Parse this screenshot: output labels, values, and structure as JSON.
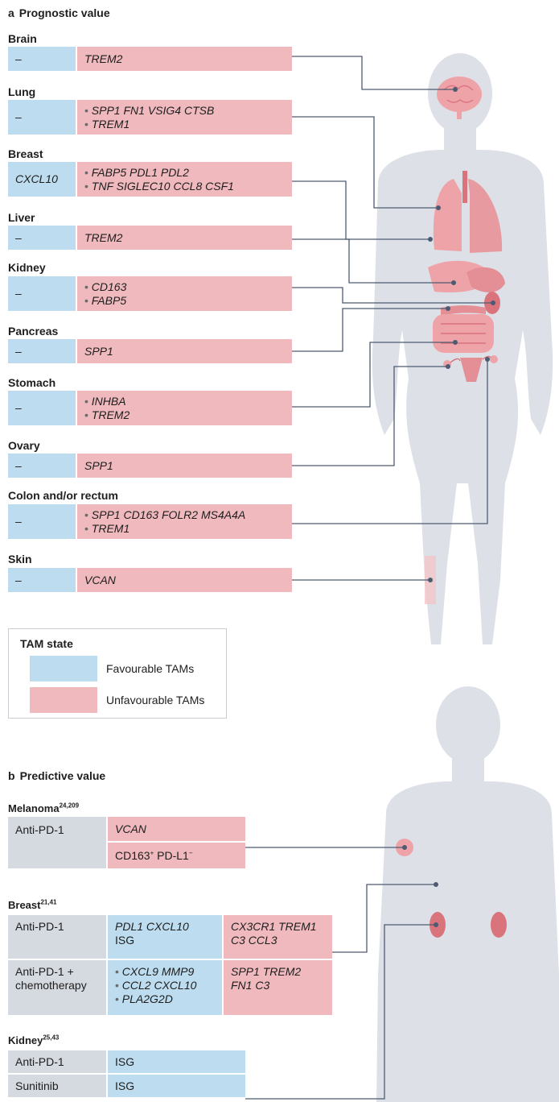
{
  "panel_a": {
    "letter": "a",
    "title": "Prognostic value",
    "rows": [
      {
        "organ": "Brain",
        "fav": "–",
        "unfav": [
          "TREM2"
        ],
        "bullets": false
      },
      {
        "organ": "Lung",
        "fav": "–",
        "unfav": [
          "SPP1 FN1 VSIG4 CTSB",
          "TREM1"
        ],
        "bullets": true
      },
      {
        "organ": "Breast",
        "fav": "CXCL10",
        "unfav": [
          "FABP5 PDL1 PDL2",
          "TNF SIGLEC10 CCL8 CSF1"
        ],
        "bullets": true
      },
      {
        "organ": "Liver",
        "fav": "–",
        "unfav": [
          "TREM2"
        ],
        "bullets": false
      },
      {
        "organ": "Kidney",
        "fav": "–",
        "unfav": [
          "CD163",
          "FABP5"
        ],
        "bullets": true
      },
      {
        "organ": "Pancreas",
        "fav": "–",
        "unfav": [
          "SPP1"
        ],
        "bullets": false
      },
      {
        "organ": "Stomach",
        "fav": "–",
        "unfav": [
          "INHBA",
          "TREM2"
        ],
        "bullets": true
      },
      {
        "organ": "Ovary",
        "fav": "–",
        "unfav": [
          "SPP1"
        ],
        "bullets": false
      },
      {
        "organ": "Colon and/or rectum",
        "fav": "–",
        "unfav": [
          "SPP1 CD163 FOLR2 MS4A4A",
          "TREM1"
        ],
        "bullets": true
      },
      {
        "organ": "Skin",
        "fav": "–",
        "unfav": [
          "VCAN"
        ],
        "bullets": false
      }
    ]
  },
  "legend": {
    "title": "TAM state",
    "favourable": "Favourable TAMs",
    "unfavourable": "Unfavourable TAMs",
    "favourable_color": "#bddcef",
    "unfavourable_color": "#efb9bd"
  },
  "panel_b": {
    "letter": "b",
    "title": "Predictive value",
    "melanoma": {
      "title": "Melanoma",
      "refs": "24,209",
      "drug": "Anti-PD-1",
      "marker_1": "VCAN",
      "marker_2_base": "CD163",
      "marker_2_sup1": "+",
      "marker_2_mid": " PD-L1",
      "marker_2_sup2": "−"
    },
    "breast": {
      "title": "Breast",
      "refs": "21,41",
      "row1": {
        "drug": "Anti-PD-1",
        "fav_line1": "PDL1 CXCL10",
        "fav_line2": "ISG",
        "unfav_line1": "CX3CR1 TREM1",
        "unfav_line2": "C3 CCL3"
      },
      "row2": {
        "drug_line1": "Anti-PD-1 +",
        "drug_line2": "chemotherapy",
        "fav": [
          "CXCL9 MMP9",
          "CCL2 CXCL10",
          "PLA2G2D"
        ],
        "unfav_line1": "SPP1 TREM2",
        "unfav_line2": "FN1 C3"
      }
    },
    "kidney": {
      "title": "Kidney",
      "refs": "25,43",
      "rows": [
        {
          "drug": "Anti-PD-1",
          "fav": "ISG"
        },
        {
          "drug": "Sunitinib",
          "fav": "ISG"
        }
      ]
    }
  },
  "colors": {
    "silhouette": "#dde1e7",
    "organ": "#eea3a8",
    "organ_dark": "#d9737c",
    "line": "#4d5b72"
  }
}
